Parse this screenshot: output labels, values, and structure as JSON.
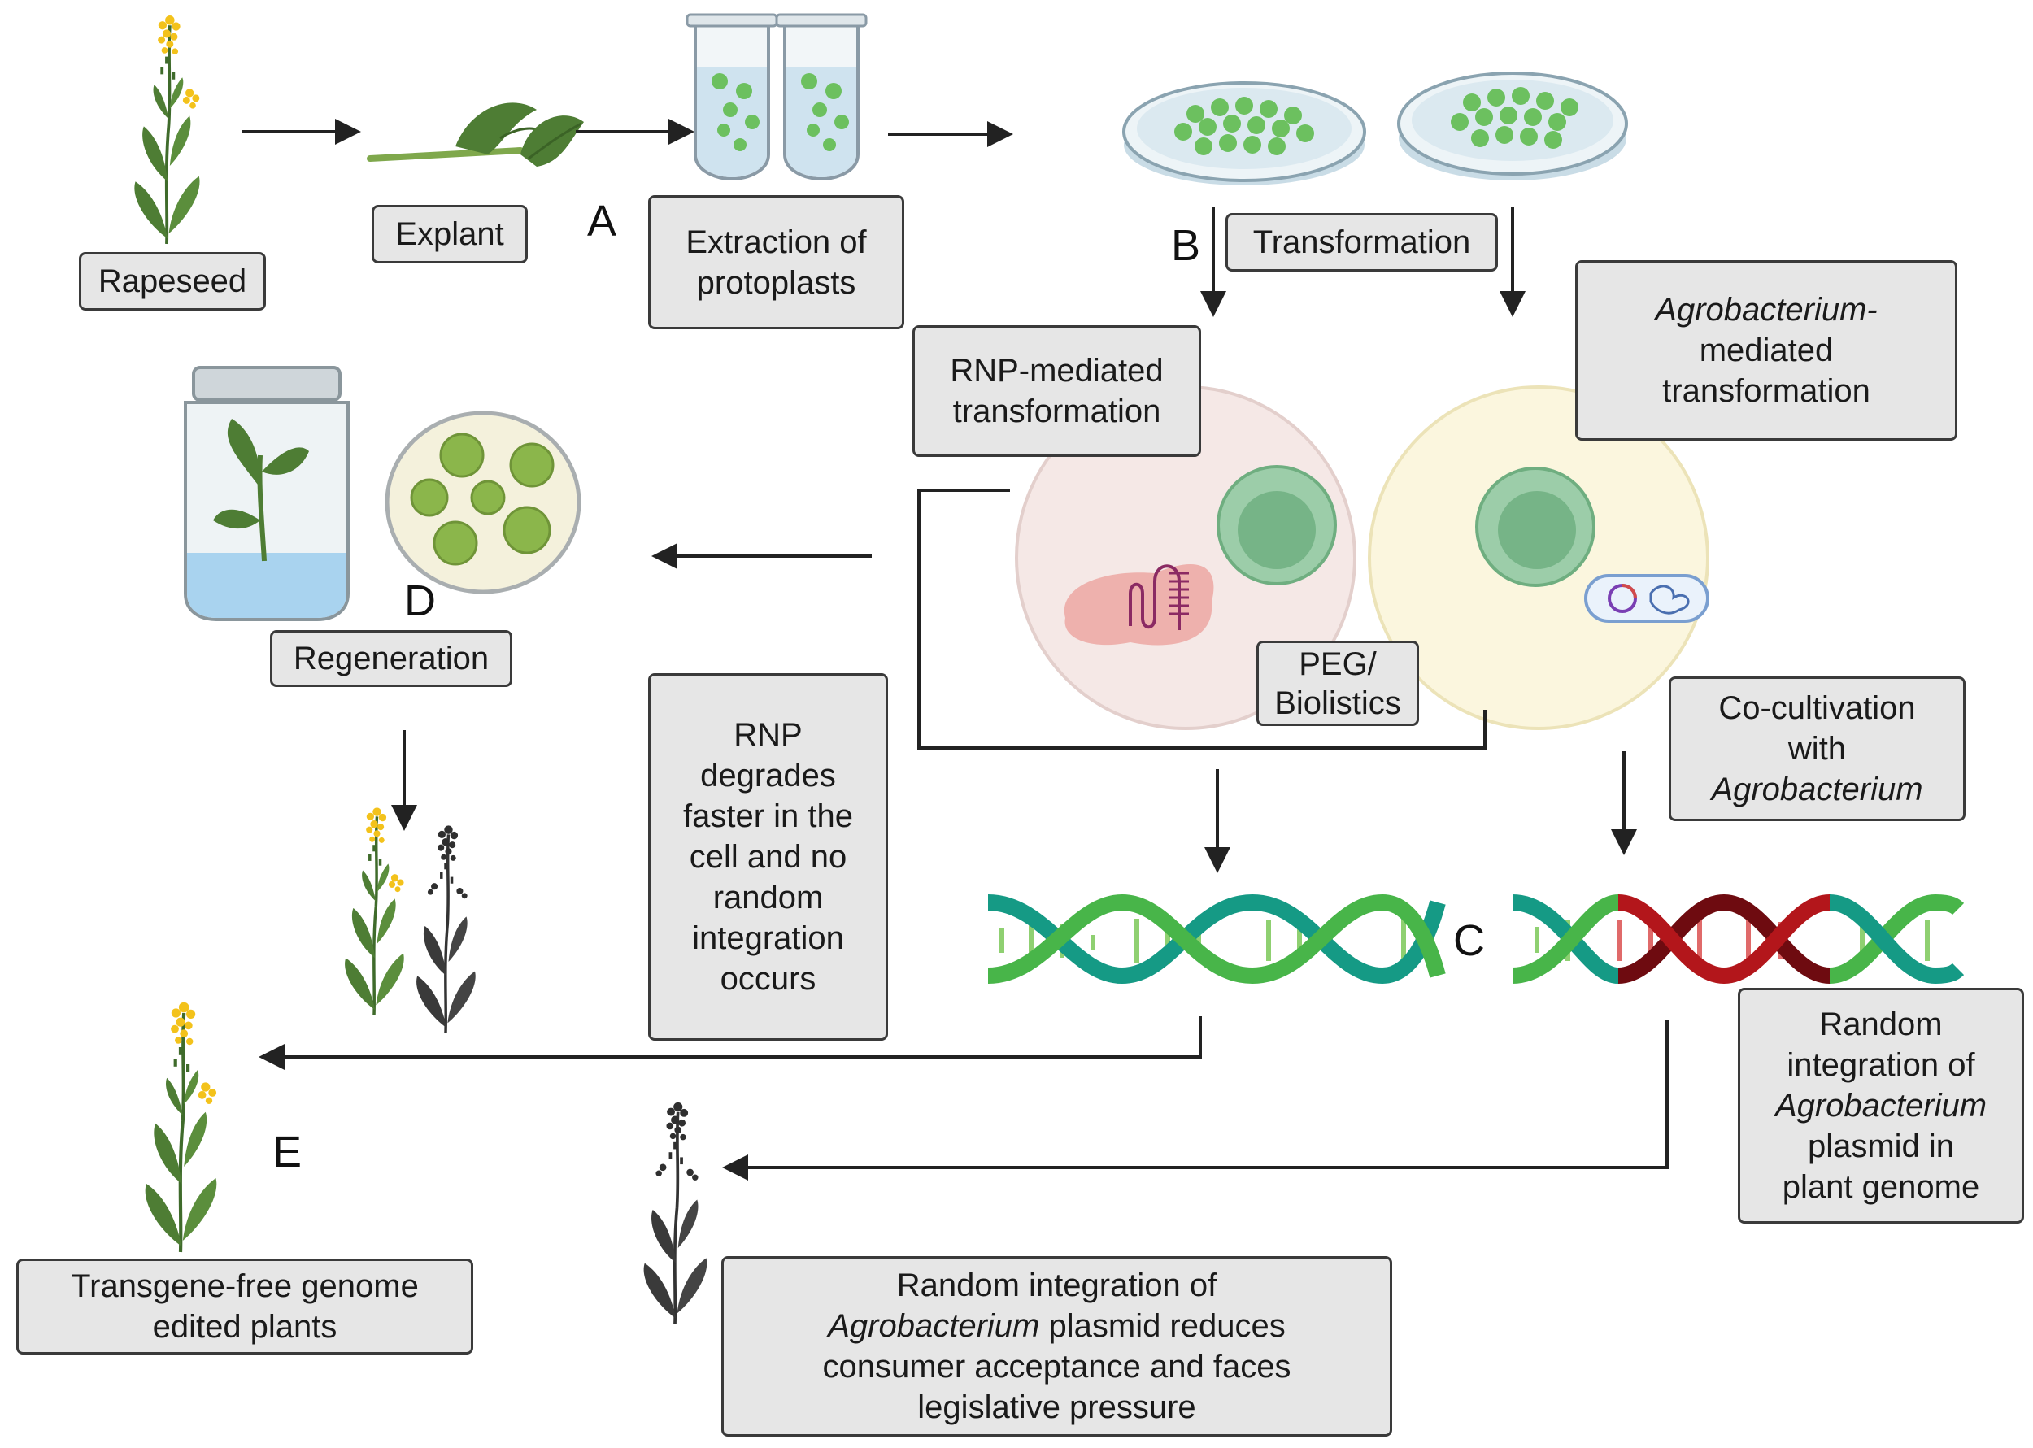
{
  "labels": {
    "rapeseed": "Rapeseed",
    "explant": "Explant",
    "extraction": [
      "Extraction of",
      "protoplasts"
    ],
    "transformation": "Transformation",
    "rnp_mediated": [
      "RNP-mediated",
      "transformation"
    ],
    "agro_mediated": [
      "Agrobacterium-",
      "mediated",
      "transformation"
    ],
    "regeneration": "Regeneration",
    "peg": [
      "PEG/",
      "Biolistics"
    ],
    "rnp_degrades": [
      "RNP",
      "degrades",
      "faster in the",
      "cell and no",
      "random",
      "integration",
      "occurs"
    ],
    "cocultivation": [
      "Co-cultivation",
      "with",
      "Agrobacterium"
    ],
    "random_integration_genome": [
      "Random",
      "integration of",
      "Agrobacterium",
      "plasmid in",
      "plant genome"
    ],
    "transgene_free": [
      "Transgene-free genome",
      "edited plants"
    ],
    "random_integration_consumer_1": "Random integration of",
    "random_integration_consumer_2a": "Agrobacterium",
    "random_integration_consumer_2b": " plasmid reduces",
    "random_integration_consumer_3": "consumer acceptance and faces",
    "random_integration_consumer_4": "legislative pressure"
  },
  "step_letters": {
    "a": "A",
    "b": "B",
    "c": "C",
    "d": "D",
    "e": "E"
  },
  "colors": {
    "box_fill": "#e6e6e6",
    "box_border": "#3a3a3a",
    "leaf_green": "#4e7d34",
    "flower_yellow": "#f3c21b",
    "protoplast_green": "#6cc05f",
    "dna_green": "#48b549",
    "dna_teal": "#159a85",
    "dna_red": "#b3161b",
    "dna_darkred": "#6e0b10",
    "cell_pink": "#f5e8e6",
    "cell_yellow": "#fbf6de",
    "nucleus_green": "#79b98b",
    "rna_pink": "#eeb1ad",
    "callus_green": "#8bb64b",
    "dark_plant": "#3a3a3a"
  },
  "icons": [
    "rapeseed-plant-icon",
    "explant-leaf-icon",
    "protoplast-tube-icon",
    "petri-dish-icon",
    "protoplast-cell-icon",
    "rnp-complex-icon",
    "agrobacterium-icon",
    "culture-jar-icon",
    "callus-dish-icon",
    "dna-helix-icon"
  ]
}
